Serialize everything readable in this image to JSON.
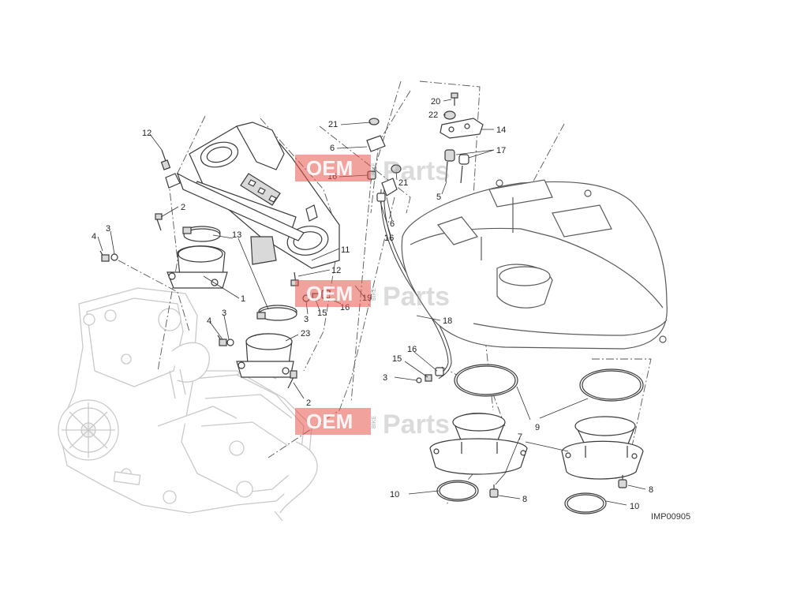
{
  "diagram": {
    "image_code": "IMP00905",
    "watermark": {
      "brand": "OEM",
      "small": "BIKE",
      "suffix": "Parts"
    },
    "callouts": {
      "c1": "1",
      "c2a": "2",
      "c2b": "2",
      "c3a": "3",
      "c3b": "3",
      "c3c": "3",
      "c3d": "3",
      "c4a": "4",
      "c4b": "4",
      "c5": "5",
      "c6a": "6",
      "c6b": "6",
      "c7": "7",
      "c8a": "8",
      "c8b": "8",
      "c9": "9",
      "c10a": "10",
      "c10b": "10",
      "c11": "11",
      "c12a": "12",
      "c12b": "12",
      "c13": "13",
      "c14": "14",
      "c15a": "15",
      "c15b": "15",
      "c16a": "16",
      "c16b": "16",
      "c16c": "16",
      "c16d": "16",
      "c17": "17",
      "c18": "18",
      "c19": "19",
      "c20": "20",
      "c21a": "21",
      "c21b": "21",
      "c22": "22",
      "c23": "23"
    }
  }
}
